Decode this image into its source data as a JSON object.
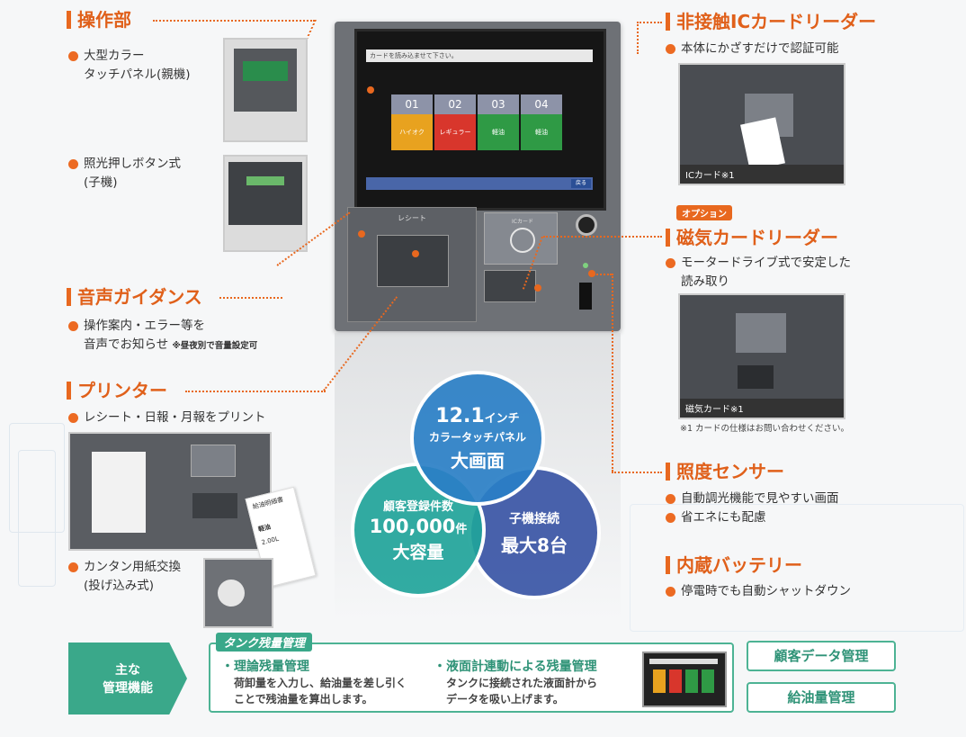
{
  "colors": {
    "accent": "#e8681f",
    "green": "#3aa88a",
    "blue": "#2a7fc6",
    "navy": "#3a55a5",
    "teal": "#21a49a"
  },
  "operation": {
    "title": "操作部",
    "b1a": "大型カラー",
    "b1b": "タッチパネル(親機)",
    "b2a": "照光押しボタン式",
    "b2b": "(子機)"
  },
  "voice": {
    "title": "音声ガイダンス",
    "b1a": "操作案内・エラー等を",
    "b1b": "音声でお知らせ",
    "note": "※昼夜別で音量設定可"
  },
  "printer": {
    "title": "プリンター",
    "b1": "レシート・日報・月報をプリント",
    "b2a": "カンタン用紙交換",
    "b2b": "(投げ込み式)"
  },
  "ic": {
    "title": "非接触ICカードリーダー",
    "b1": "本体にかざすだけで認証可能",
    "caption": "ICカード※1"
  },
  "magnetic": {
    "badge": "オプション",
    "title": "磁気カードリーダー",
    "b1a": "モータードライブ式で安定した",
    "b1b": "読み取り",
    "caption": "磁気カード※1",
    "note": "※1 カードの仕様はお問い合わせください。"
  },
  "sensor": {
    "title": "照度センサー",
    "b1": "自動調光機能で見やすい画面",
    "b2": "省エネにも配慮"
  },
  "battery": {
    "title": "内蔵バッテリー",
    "b1": "停電時でも自動シャットダウン"
  },
  "device": {
    "screen_msg": "カードを読み込ませて下さい。",
    "tiles": [
      {
        "num": "01",
        "label": "ハイオク",
        "color": "#e8a21f"
      },
      {
        "num": "02",
        "label": "レギュラー",
        "color": "#d8362c"
      },
      {
        "num": "03",
        "label": "軽油",
        "color": "#2f9a45"
      },
      {
        "num": "04",
        "label": "軽油",
        "color": "#2f9a45"
      }
    ],
    "screen_btn": "戻る",
    "receipt": "レシート",
    "ic_label": "ICカード"
  },
  "circles": {
    "c1": {
      "l1": "12.1",
      "l1b": "インチ",
      "l2": "カラータッチパネル",
      "l3": "大画面"
    },
    "c2": {
      "l1": "顧客登録件数",
      "l2": "100,000",
      "l2b": "件",
      "l3": "大容量"
    },
    "c3": {
      "l1": "子機接続",
      "l2": "最大8台"
    }
  },
  "receipt_paper": {
    "h": "給油明細書",
    "line1": "軽油",
    "line2": "2.00L"
  },
  "bottom": {
    "main_l1": "主な",
    "main_l2": "管理機能",
    "tank_title": "タンク残量管理",
    "f1_title": "・理論残量管理",
    "f1_l1": "荷卸量を入力し、給油量を差し引く",
    "f1_l2": "ことで残油量を算出します。",
    "f2_title": "・液面計連動による残量管理",
    "f2_l1": "タンクに接続された液面計から",
    "f2_l2": "データを吸い上げます。",
    "btn1": "顧客データ管理",
    "btn2": "給油量管理"
  }
}
